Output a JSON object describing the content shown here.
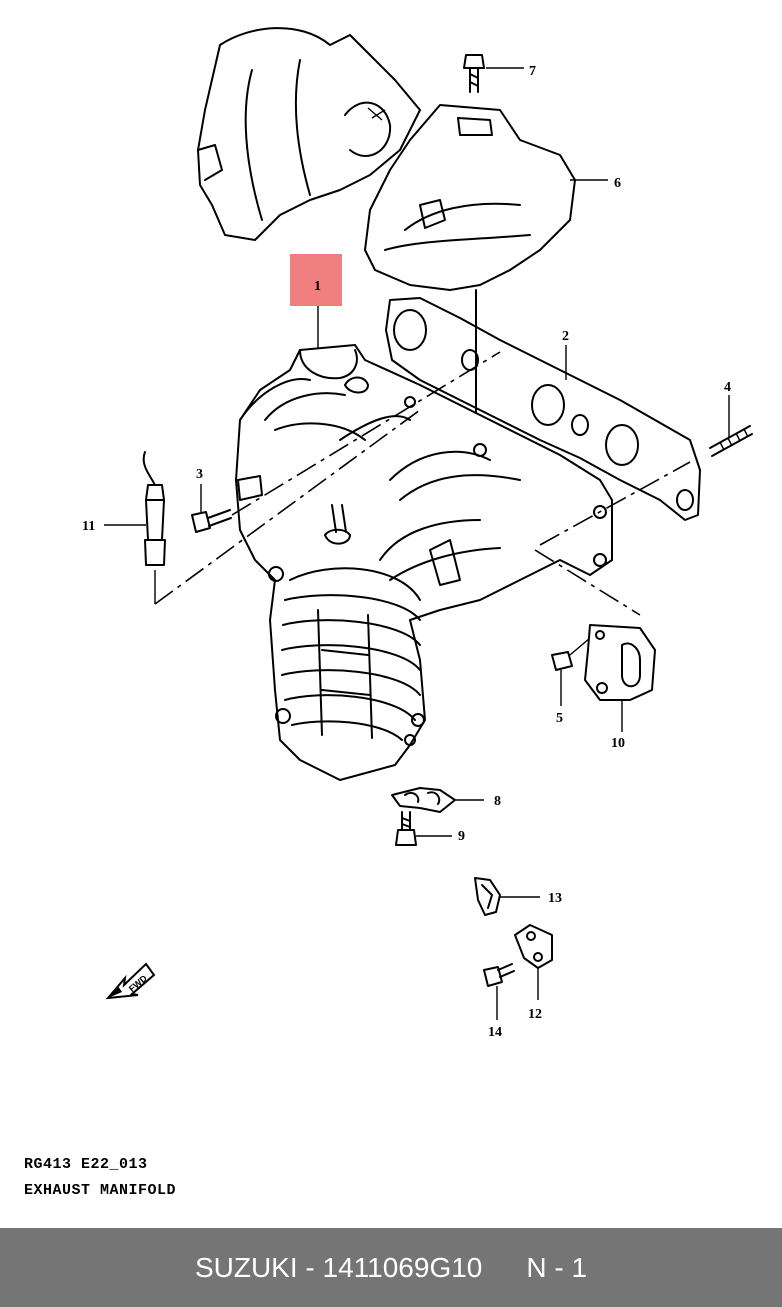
{
  "diagram": {
    "callouts": [
      {
        "id": "1",
        "label": "1",
        "highlight_color": "#F08080"
      },
      {
        "id": "2",
        "label": "2"
      },
      {
        "id": "3",
        "label": "3"
      },
      {
        "id": "4",
        "label": "4"
      },
      {
        "id": "5",
        "label": "5"
      },
      {
        "id": "6",
        "label": "6"
      },
      {
        "id": "7",
        "label": "7"
      },
      {
        "id": "8",
        "label": "8"
      },
      {
        "id": "9",
        "label": "9"
      },
      {
        "id": "10",
        "label": "10"
      },
      {
        "id": "11",
        "label": "11"
      },
      {
        "id": "12",
        "label": "12"
      },
      {
        "id": "13",
        "label": "13"
      },
      {
        "id": "14",
        "label": "14"
      }
    ],
    "fwd_label": "FWD",
    "code": "RG413  E22_013",
    "title": "EXHAUST MANIFOLD"
  },
  "footer": {
    "brand": "SUZUKI",
    "separator": " - ",
    "part_number": "1411069G10",
    "position": "N - 1",
    "background": "#757575"
  }
}
